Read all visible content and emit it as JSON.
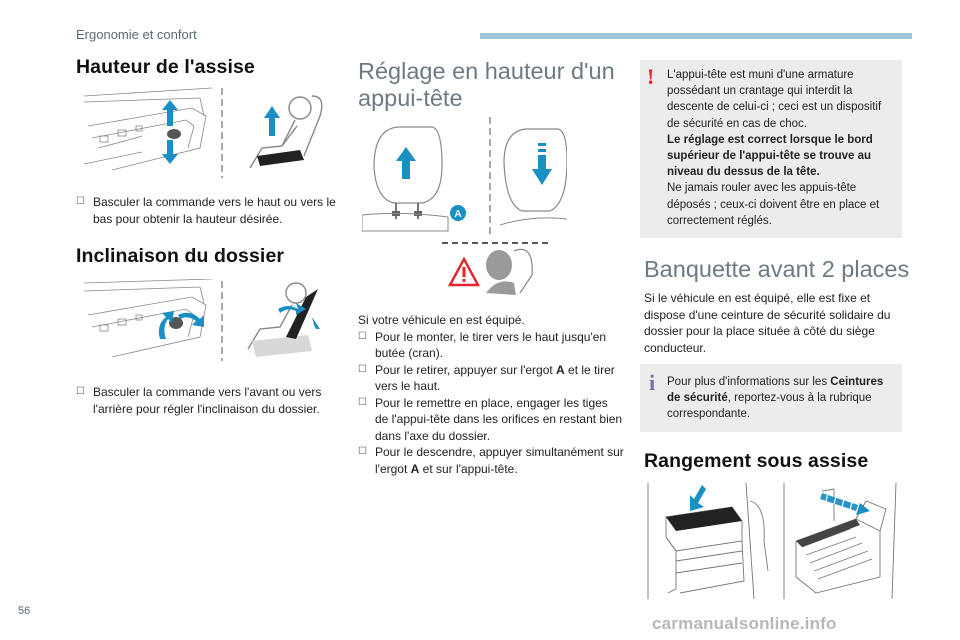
{
  "header": {
    "section": "Ergonomie et confort"
  },
  "col1": {
    "seat_height": {
      "title": "Hauteur de l'assise",
      "bullet": "Basculer la commande vers le haut ou vers le bas pour obtenir la hauteur désirée."
    },
    "backrest": {
      "title": "Inclinaison du dossier",
      "bullet": "Basculer la commande vers l'avant ou vers l'arrière pour régler l'inclinaison du dossier."
    }
  },
  "col2": {
    "title_line1": "Réglage en hauteur d'un",
    "title_line2": "appui-tête",
    "callout": "A",
    "intro": "Si votre véhicule en est équipé.",
    "b1": "Pour le monter, le tirer vers le haut jusqu'en butée (cran).",
    "b2_pre": "Pour le retirer, appuyer sur l'ergot ",
    "b2_bold": "A",
    "b2_post": " et le tirer vers le haut.",
    "b3": "Pour le remettre en place, engager les tiges de l'appui-tête dans les orifices en restant bien dans l'axe du dossier.",
    "b4_pre": "Pour le descendre, appuyer simultanément sur l'ergot ",
    "b4_bold": "A",
    "b4_post": " et sur l'appui-tête."
  },
  "col3": {
    "warning": {
      "p1": "L'appui-tête est muni d'une armature possédant un crantage qui interdit la descente de celui-ci ; ceci est un dispositif de sécurité en cas de choc.",
      "p2": "Le réglage est correct lorsque le bord supérieur de l'appui-tête se trouve au niveau du dessus de la tête.",
      "p3": "Ne jamais rouler avec les appuis-tête déposés ; ceux-ci doivent être en place et correctement réglés."
    },
    "bench": {
      "title": "Banquette avant 2 places",
      "text": "Si le véhicule en est équipé, elle est fixe et dispose d'une ceinture de sécurité solidaire du dossier pour la place située à côté du siège conducteur."
    },
    "info": {
      "pre": "Pour plus d'informations sur les ",
      "bold": "Ceintures de sécurité",
      "post": ", reportez-vous à la rubrique correspondante."
    },
    "storage": {
      "title": "Rangement sous assise"
    }
  },
  "footer": {
    "page_number": "56",
    "watermark": "carmanualsonline.info"
  },
  "colors": {
    "accent_blue": "#1a8fc4",
    "rule": "#9fc6d9",
    "box": "#ececec",
    "warning_red": "#e8232a"
  }
}
